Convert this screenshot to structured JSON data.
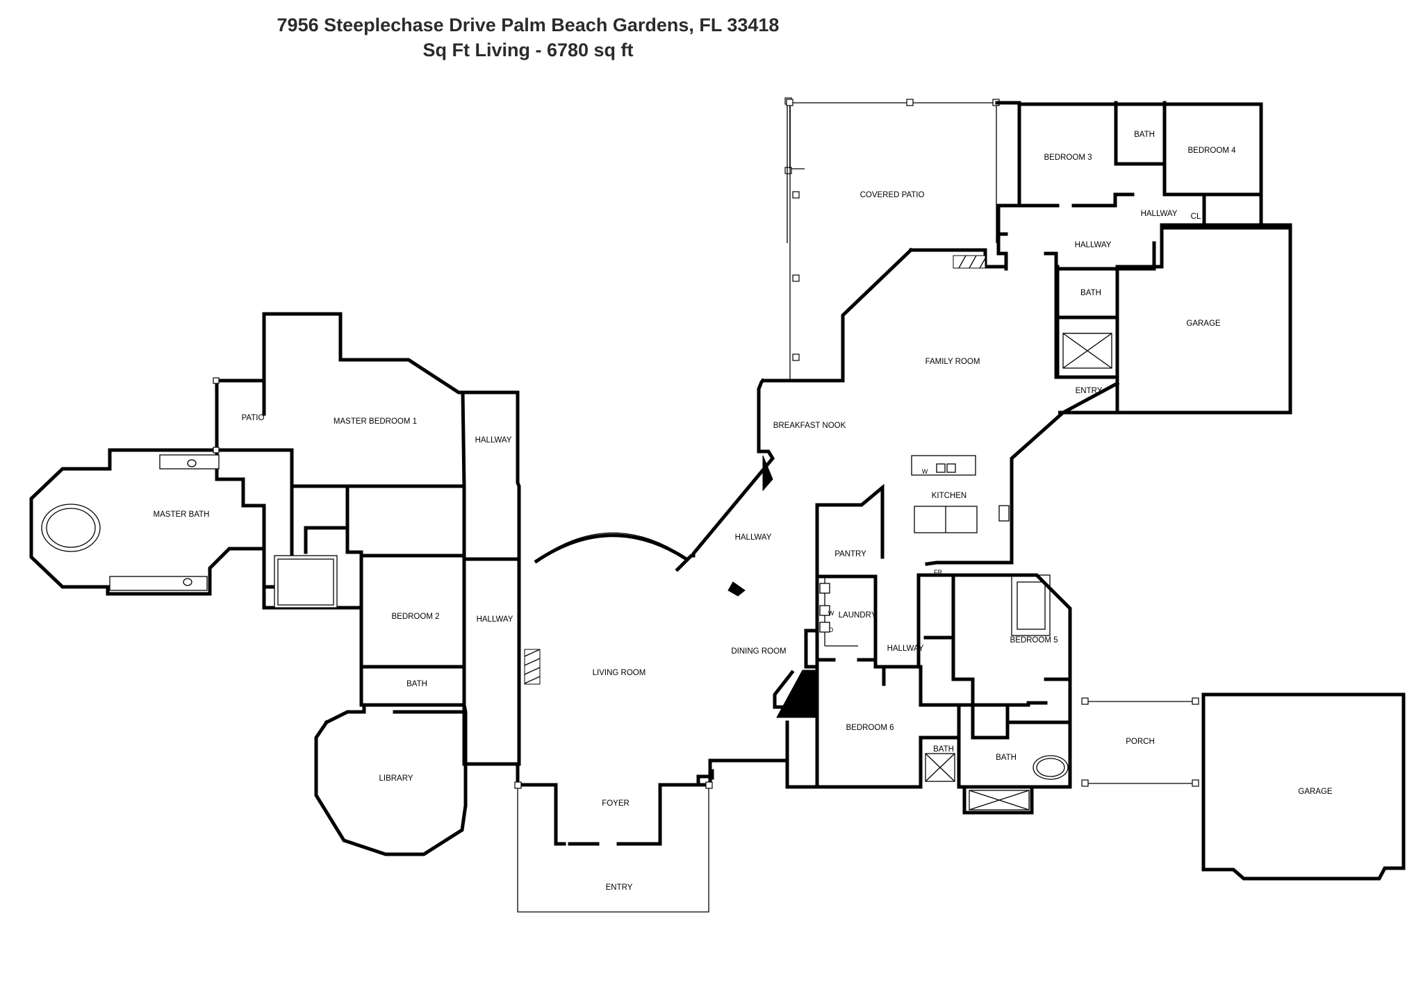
{
  "header": {
    "address": "7956 Steeplechase Drive Palm Beach Gardens, FL 33418",
    "sqft": "Sq Ft Living - 6780 sq ft"
  },
  "rooms": {
    "covered_patio": "COVERED PATIO",
    "bedroom_3": "BEDROOM 3",
    "bath_top": "BATH",
    "bedroom_4": "BEDROOM 4",
    "hallway_top_right": "HALLWAY",
    "cl": "CL",
    "hallway_top": "HALLWAY",
    "bath_family": "BATH",
    "garage_top": "GARAGE",
    "family_room": "FAMILY ROOM",
    "entry_right": "ENTRY",
    "breakfast_nook": "BREAKFAST NOOK",
    "kitchen": "KITCHEN",
    "pantry": "PANTRY",
    "hallway_mid": "HALLWAY",
    "laundry": "LAUNDRY",
    "dining_room": "DINING ROOM",
    "hallway_small": "HALLWAY",
    "bedroom_5": "BEDROOM 5",
    "bedroom_6": "BEDROOM 6",
    "bath_b6": "BATH",
    "bath_b5": "BATH",
    "porch": "PORCH",
    "garage_bottom": "GARAGE",
    "living_room": "LIVING ROOM",
    "foyer": "FOYER",
    "entry_bottom": "ENTRY",
    "patio": "PATIO",
    "master_bedroom": "MASTER BEDROOM 1",
    "hallway_master": "HALLWAY",
    "master_bath": "MASTER BATH",
    "bedroom_2": "BEDROOM 2",
    "hallway_left": "HALLWAY",
    "bath_left": "BATH",
    "library": "LIBRARY"
  },
  "fixtures": {
    "fridge": "FR",
    "washer": "W",
    "washer_laundry": "W",
    "dryer_laundry": "D"
  }
}
